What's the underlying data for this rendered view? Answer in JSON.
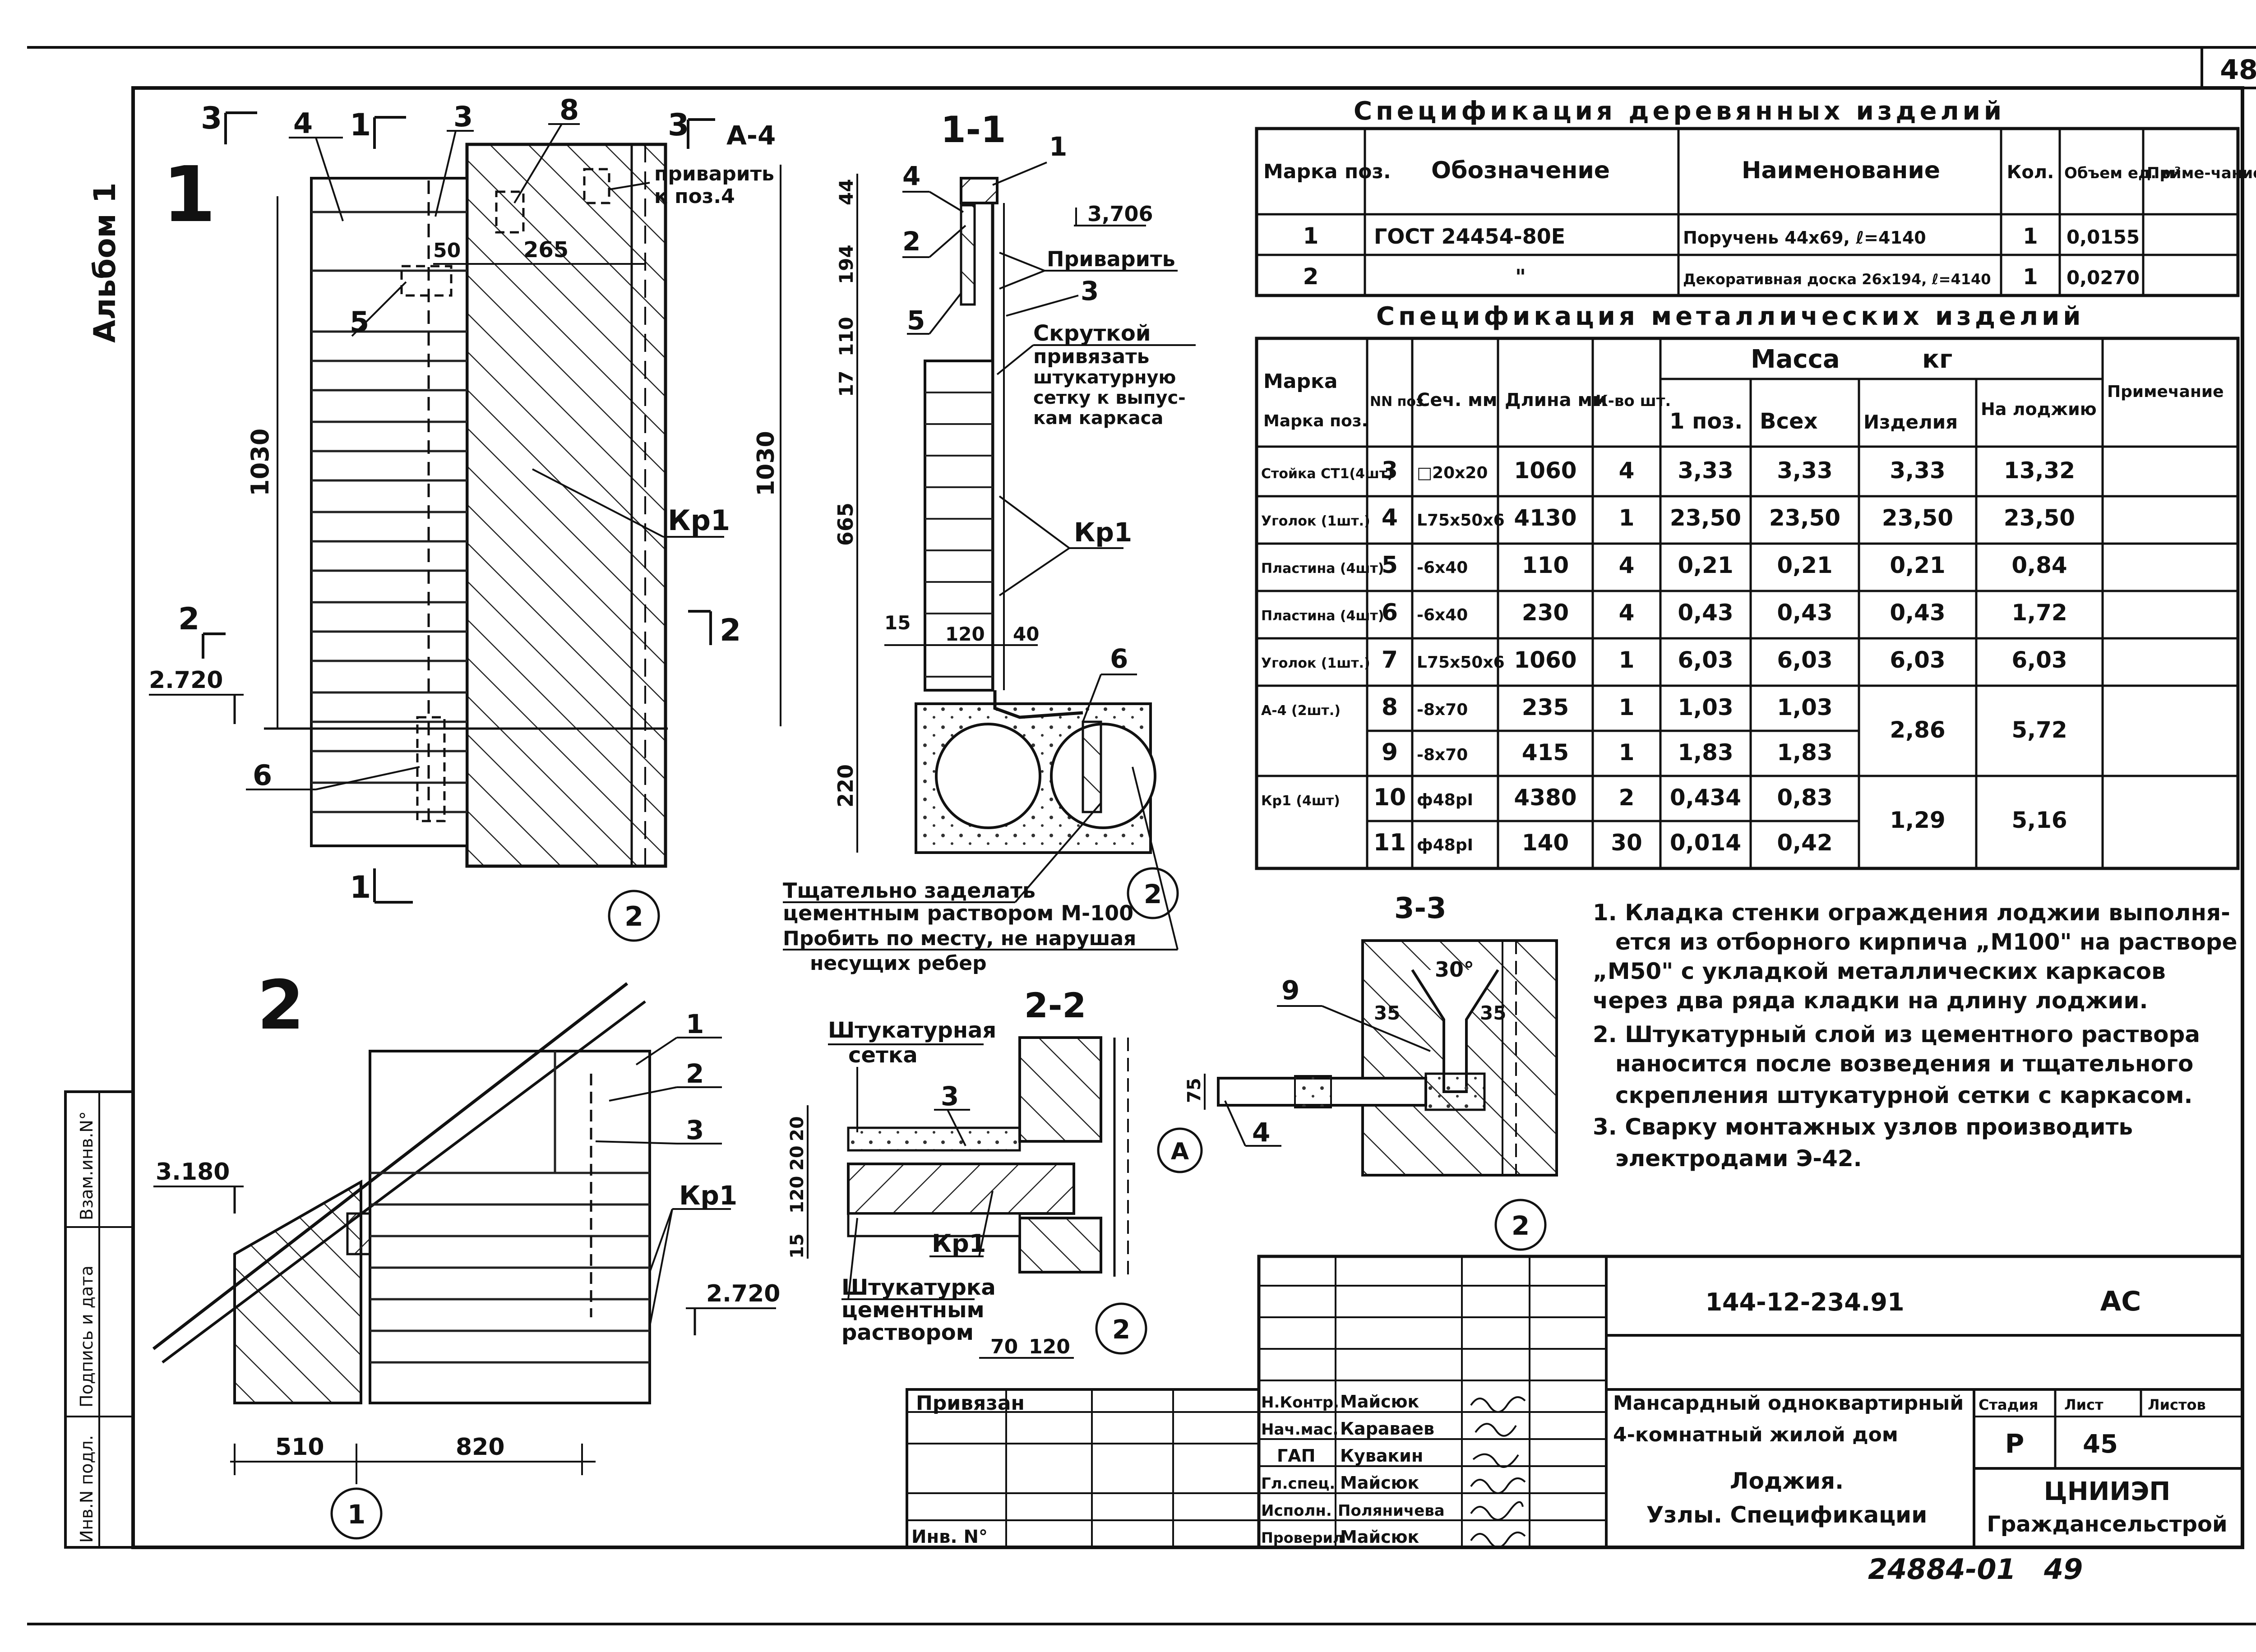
{
  "sheet": {
    "number": "48",
    "album": "Альбом 1",
    "doc_code": "144-12-234.91",
    "doc_mark": "АС",
    "archive": "24884-01",
    "archive_page": "49"
  },
  "views": {
    "v1_label": "1",
    "v2_label": "2",
    "s11_label": "1-1",
    "s22_label": "2-2",
    "s33_label": "3-3",
    "v1": {
      "cut3_left": "3",
      "cut1_top": "1",
      "cut3_right": "3",
      "cut2_left": "2",
      "cut2_right": "2",
      "cut1_bottom": "1",
      "p4": "4",
      "p3": "3",
      "p8": "8",
      "p5": "5",
      "p6": "6",
      "a4": "А-4",
      "weld_note1": "приварить",
      "weld_note2": "к поз.4",
      "d50": "50",
      "d265": "265",
      "d1030": "1030",
      "kp1": "Кр1",
      "elev": "2.720",
      "axis": "2"
    },
    "s11": {
      "p1": "1",
      "p2": "2",
      "p3": "3",
      "p4": "4",
      "p5": "5",
      "p6": "6",
      "elev": "3,706",
      "weld": "Приварить",
      "kp1": "Кр1",
      "note_l1": "Скруткой",
      "note_l2": "привязать",
      "note_l3": "штукатурную",
      "note_l4": "сетку к выпус-",
      "note_l5": "кам каркаса",
      "d44": "44",
      "d194": "194",
      "d110": "110",
      "d17": "17",
      "d665": "665",
      "d15": "15",
      "d120": "120",
      "d40": "40",
      "d220": "220",
      "d1030": "1030",
      "fill_l1": "Тщательно заделать",
      "fill_l2": "цементным раствором М-100",
      "fill_l3": "Пробить по месту, не нарушая",
      "fill_l4": "несущих ребер",
      "axis": "2"
    },
    "v2": {
      "p1": "1",
      "p2": "2",
      "p3": "3",
      "kp1": "Кр1",
      "elev1": "3.180",
      "elev2": "2.720",
      "d510": "510",
      "d820": "820",
      "axis": "1"
    },
    "s22": {
      "mesh1": "Штукатурная",
      "mesh2": "сетка",
      "p3": "3",
      "kp1": "Кр1",
      "pl1": "Штукатурка",
      "pl2": "цементным",
      "pl3": "раствором",
      "d20a": "20",
      "d20b": "20",
      "d120": "120",
      "d15": "15",
      "d70": "70",
      "d120b": "120",
      "axisA": "А",
      "axis2": "2"
    },
    "s33": {
      "p9": "9",
      "p4": "4",
      "a30": "30°",
      "a35a": "35",
      "a35b": "35",
      "d75": "75",
      "axis": "2"
    }
  },
  "wood_spec": {
    "title": "Спецификация деревянных изделий",
    "headers": [
      "Марка поз.",
      "Обозначение",
      "Наименование",
      "Кол.",
      "Объем ед. м³",
      "Приме-чание"
    ],
    "rows": [
      [
        "1",
        "ГОСТ 24454-80Е",
        "Поручень 44х69, ℓ=4140",
        "1",
        "0,0155",
        ""
      ],
      [
        "2",
        "\"",
        "Декоративная доска 26х194, ℓ=4140",
        "1",
        "0,0270",
        ""
      ]
    ]
  },
  "metal_spec": {
    "title": "Спецификация металлических изделий",
    "headers": {
      "mark": "Марка поз.",
      "nn": "NN поз.",
      "sec": "Сеч. мм",
      "len": "Длина мм",
      "qty": "К-во шт.",
      "mass": "Масса",
      "kg": "кг",
      "one": "1 поз.",
      "all": "Всех",
      "item": "Изделия",
      "loggia": "На лоджию",
      "note": "Примечание"
    },
    "rows": [
      [
        "Стойка СТ1(4шт)",
        "3",
        "□20х20",
        "1060",
        "4",
        "3,33",
        "3,33",
        "3,33",
        "13,32"
      ],
      [
        "Уголок (1шт.)",
        "4",
        "L75х50х6",
        "4130",
        "1",
        "23,50",
        "23,50",
        "23,50",
        "23,50"
      ],
      [
        "Пластина (4шт)",
        "5",
        "-6х40",
        "110",
        "4",
        "0,21",
        "0,21",
        "0,21",
        "0,84"
      ],
      [
        "Пластина (4шт)",
        "6",
        "-6х40",
        "230",
        "4",
        "0,43",
        "0,43",
        "0,43",
        "1,72"
      ],
      [
        "Уголок (1шт.)",
        "7",
        "L75х50х6",
        "1060",
        "1",
        "6,03",
        "6,03",
        "6,03",
        "6,03"
      ],
      [
        "А-4 (2шт.)",
        "8",
        "-8х70",
        "235",
        "1",
        "1,03",
        "1,03",
        "2,86",
        "5,72"
      ],
      [
        "",
        "9",
        "-8х70",
        "415",
        "1",
        "1,83",
        "1,83",
        "",
        ""
      ],
      [
        "Кр1 (4шт)",
        "10",
        "ф48рI",
        "4380",
        "2",
        "0,434",
        "0,83",
        "1,29",
        "5,16"
      ],
      [
        "",
        "11",
        "ф48рI",
        "140",
        "30",
        "0,014",
        "0,42",
        "",
        ""
      ]
    ]
  },
  "notes": [
    "1. Кладка стенки ограждения лоджии выполня-",
    "ется из отборного кирпича „М100\" на растворе",
    "„М50\" с укладкой металлических каркасов",
    "через два ряда кладки на длину лоджии.",
    "2. Штукатурный слой из цементного раствора",
    "наносится после возведения и тщательного",
    "скрепления штукатурной сетки с каркасом.",
    "3. Сварку монтажных узлов производить",
    "электродами Э-42."
  ],
  "title_block": {
    "attached": "Привязан",
    "inv_no": "Инв. N°",
    "roles": [
      "Н.Контр.",
      "Нач.мас.",
      "ГАП",
      "Гл.спец.",
      "Исполн.",
      "Проверил"
    ],
    "names": [
      "Майсюк",
      "Караваев",
      "Кувакин",
      "Майсюк",
      "Поляничева",
      "Майсюк"
    ],
    "project1": "Мансардный одноквартирный",
    "project2": "4-комнатный жилой дом",
    "stage_h": "Стадия",
    "sheet_h": "Лист",
    "sheets_h": "Листов",
    "stage": "Р",
    "sheet": "45",
    "sheet_title1": "Лоджия.",
    "sheet_title2": "Узлы. Спецификации",
    "org1": "ЦНИИЭП",
    "org2": "Граждансельстрой"
  },
  "side_stamp": {
    "c1": "Инв.N подл.",
    "c2": "Подпись и дата",
    "c3": "Взам.инв.N°"
  }
}
